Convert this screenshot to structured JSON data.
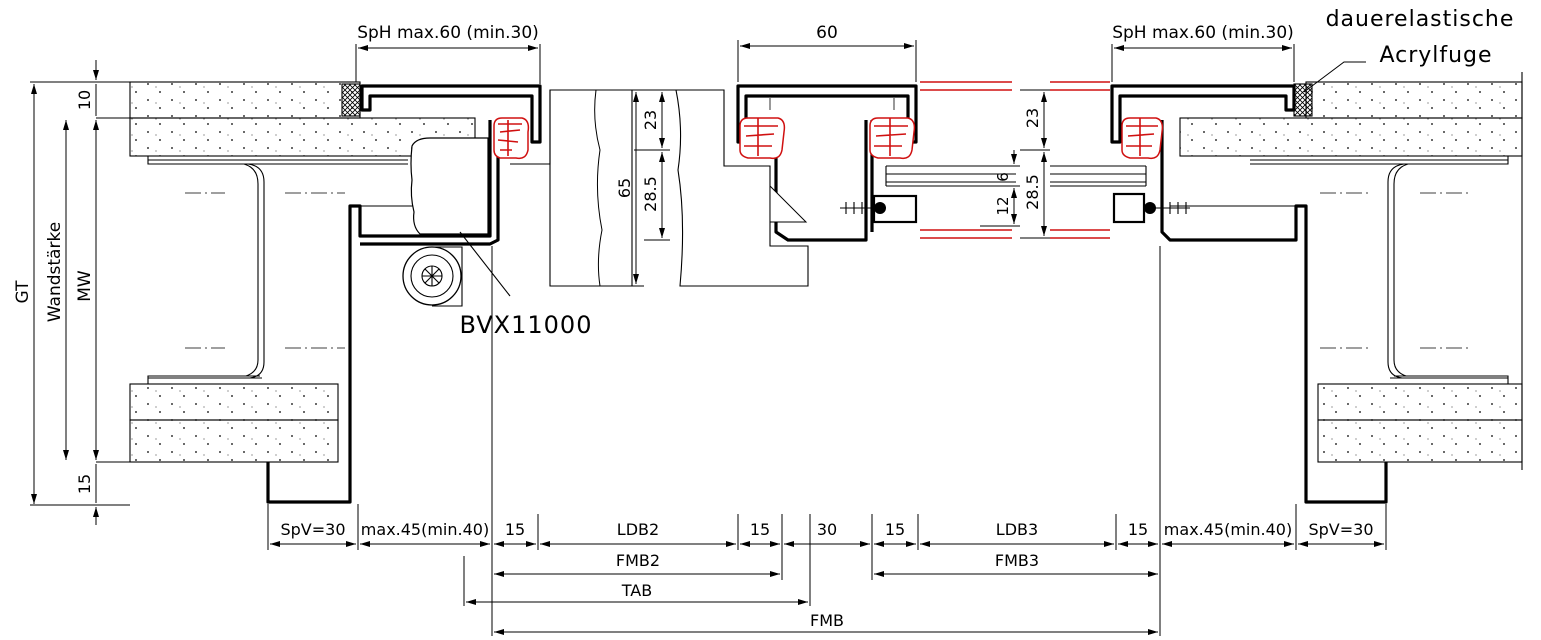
{
  "labels": {
    "sph_left": "SpH max.60 (min.30)",
    "sph_right": "SpH max.60 (min.30)",
    "top_60": "60",
    "note_line1": "dauerelastische",
    "note_line2": "Acrylfuge",
    "part_number": "BVX11000",
    "gt": "GT",
    "wandstaerke": "Wandstärke",
    "mw": "MW",
    "left_10": "10",
    "left_15": "15",
    "v23_a": "23",
    "v65": "65",
    "v28_5_a": "28.5",
    "v23_b": "23",
    "v28_5_b": "28.5",
    "v6": "6",
    "v12": "12"
  },
  "bottom_dims": {
    "spv_left": "SpV=30",
    "max45_left": "max.45(min.40)",
    "d15_a": "15",
    "ldb2": "LDB2",
    "d15_b": "15",
    "d30": "30",
    "d15_c": "15",
    "ldb3": "LDB3",
    "d15_d": "15",
    "max45_right": "max.45(min.40)",
    "spv_right": "SpV=30",
    "fmb2": "FMB2",
    "fmb3": "FMB3",
    "tab": "TAB",
    "fmb": "FMB"
  }
}
